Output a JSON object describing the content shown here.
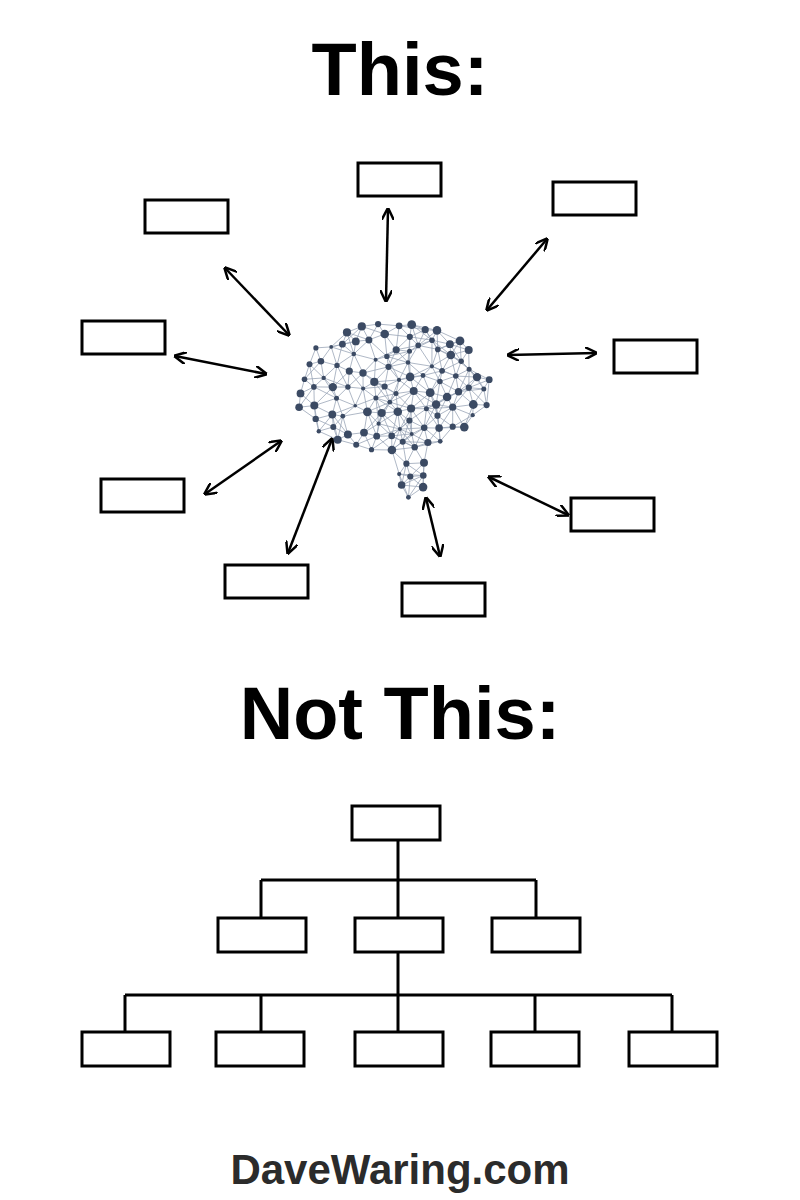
{
  "diagram": {
    "labels": [
      "This:",
      "Not This:",
      "DaveWaring.com"
    ]
  }
}
